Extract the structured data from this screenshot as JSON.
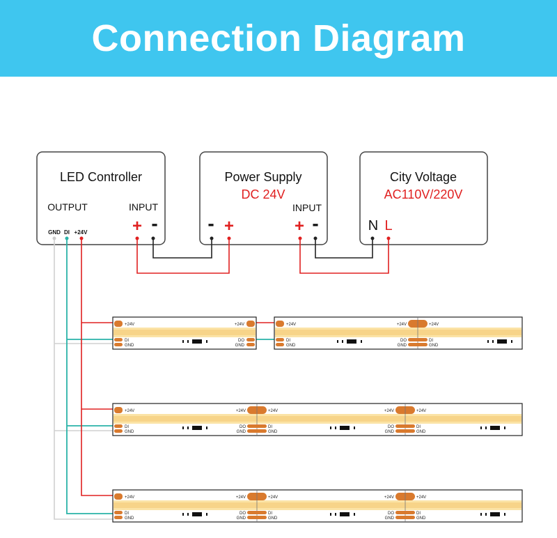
{
  "title": "Connection Diagram",
  "colors": {
    "header_bg": "#3fc6ef",
    "red": "#e02020",
    "cyan": "#2ab3a8",
    "pad": "#d97a2e",
    "led_glow": "#f7d489"
  },
  "controller": {
    "title": "LED Controller",
    "output_label": "OUTPUT",
    "input_label": "INPUT",
    "plus": "+",
    "minus": "-",
    "pins": {
      "gnd": "GND",
      "di": "DI",
      "v24": "+24V"
    }
  },
  "power_supply": {
    "title": "Power Supply",
    "subtitle": "DC 24V",
    "minus": "-",
    "plus": "+",
    "input_label": "INPUT",
    "input_plus": "+",
    "input_minus": "-"
  },
  "city_voltage": {
    "title": "City Voltage",
    "subtitle": "AC110V/220V",
    "n": "N",
    "l": "L"
  },
  "strip_labels": {
    "v24": "+24V",
    "di": "DI",
    "gnd": "GND",
    "do": "DO"
  }
}
